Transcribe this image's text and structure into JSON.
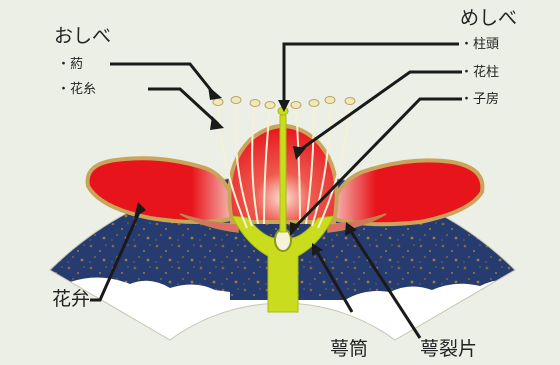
{
  "labels": {
    "stamen": "おしべ",
    "anther": "・葯",
    "filament": "・花糸",
    "pistil": "めしべ",
    "stigma": "・柱頭",
    "style": "・花柱",
    "ovary": "・子房",
    "petal": "花弁",
    "hypanthium": "萼筒",
    "sepal": "萼裂片"
  },
  "colors": {
    "background": "#ecefe6",
    "fan_sky": "#263c70",
    "speckle": "#8a6a3a",
    "cloud": "#ffffff",
    "petal_red": "#e8141b",
    "petal_rim": "#c9a45a",
    "receptacle_green": "#c9dc1e",
    "anther_cream": "#f1e7b8"
  }
}
